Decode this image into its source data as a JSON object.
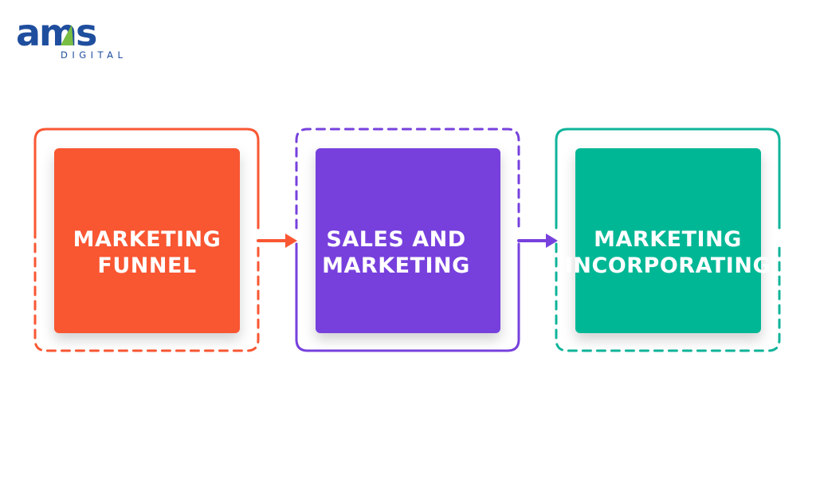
{
  "logo": {
    "primary": "ams",
    "secondary": "DIGITAL",
    "colors": {
      "primary": "#1f4e9e",
      "accent": "#79bd43",
      "secondary": "#1f4e9e"
    }
  },
  "steps": [
    {
      "lines": [
        "MARKETING",
        "FUNNEL"
      ],
      "color": "#f95733",
      "frame_color": "#f95733"
    },
    {
      "lines": [
        "SALES AND",
        "MARKETING"
      ],
      "color": "#7741dd",
      "frame_color": "#7741dd"
    },
    {
      "lines": [
        "MARKETING",
        "INCORPORATING"
      ],
      "color": "#00b795",
      "frame_color": "#10b49a"
    }
  ]
}
